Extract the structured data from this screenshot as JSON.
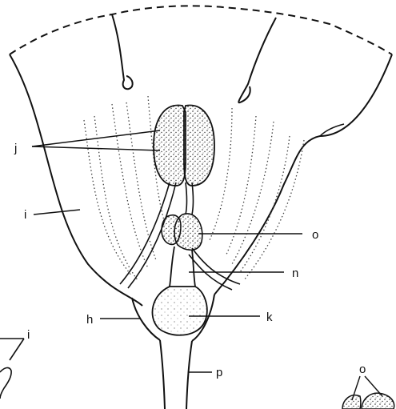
{
  "diagram": {
    "labels": {
      "j": "j",
      "i_main": "i",
      "o_main": "o",
      "n": "n",
      "h": "h",
      "k": "k",
      "p": "p",
      "i_inset": "i",
      "o_inset": "o"
    }
  }
}
